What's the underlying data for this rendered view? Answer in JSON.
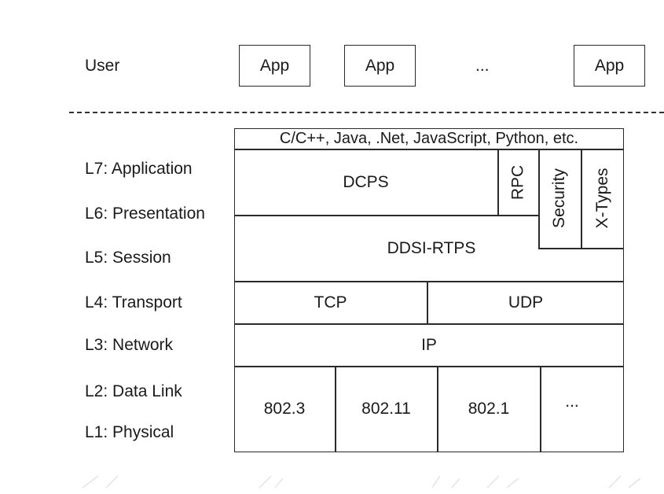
{
  "user_row": {
    "label": "User",
    "apps": [
      "App",
      "App",
      "App"
    ],
    "ellipsis": "..."
  },
  "layers": [
    "L7: Application",
    "L6: Presentation",
    "L5: Session",
    "L4: Transport",
    "L3: Network",
    "L2: Data Link",
    "L1: Physical"
  ],
  "stack": {
    "languages": "C/C++, Java, .Net, JavaScript, Python, etc.",
    "dcps": "DCPS",
    "rpc": "RPC",
    "security": "Security",
    "xtypes": "X-Types",
    "ddsi": "DDSI-RTPS",
    "tcp": "TCP",
    "udp": "UDP",
    "ip": "IP",
    "link": [
      "802.3",
      "802.11",
      "802.1",
      "..."
    ]
  }
}
